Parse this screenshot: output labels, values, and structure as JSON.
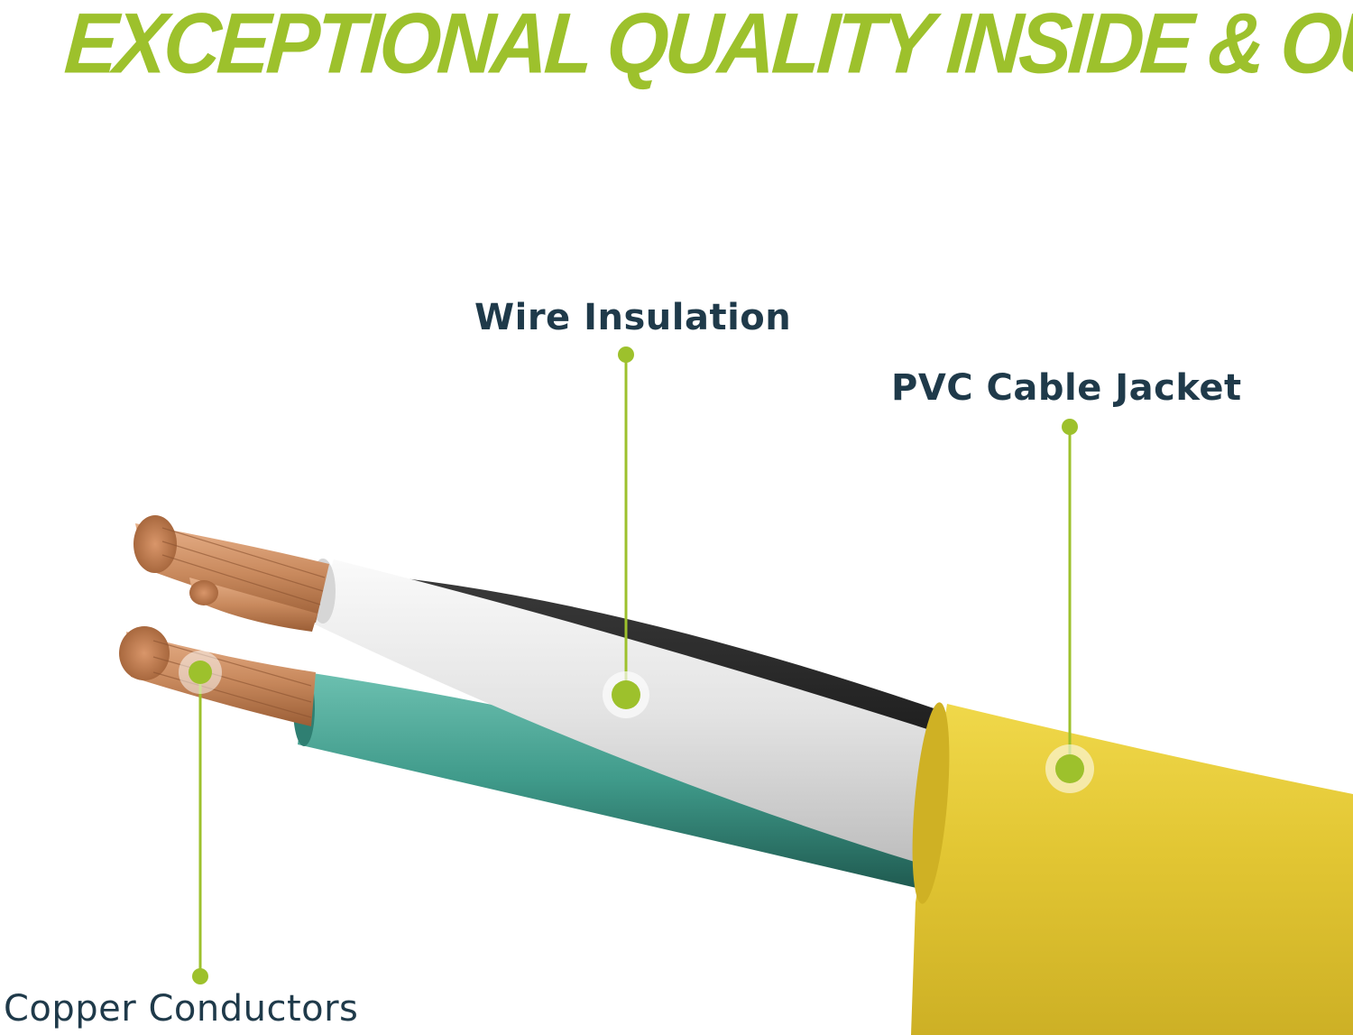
{
  "headline": "EXCEPTIONAL QUALITY INSIDE & OUT",
  "callouts": {
    "wire_insulation": "Wire Insulation",
    "pvc_cable_jacket": "PVC Cable Jacket",
    "copper_conductors": "Copper Conductors"
  },
  "colors": {
    "accent": "#9dc12c",
    "label_text": "#1f3a4a",
    "jacket": "#e4c83a",
    "white_insulation": "#e6e6e6",
    "black_insulation": "#2a2a2a",
    "green_insulation": "#3f9a8a",
    "copper": "#c98a5e"
  }
}
